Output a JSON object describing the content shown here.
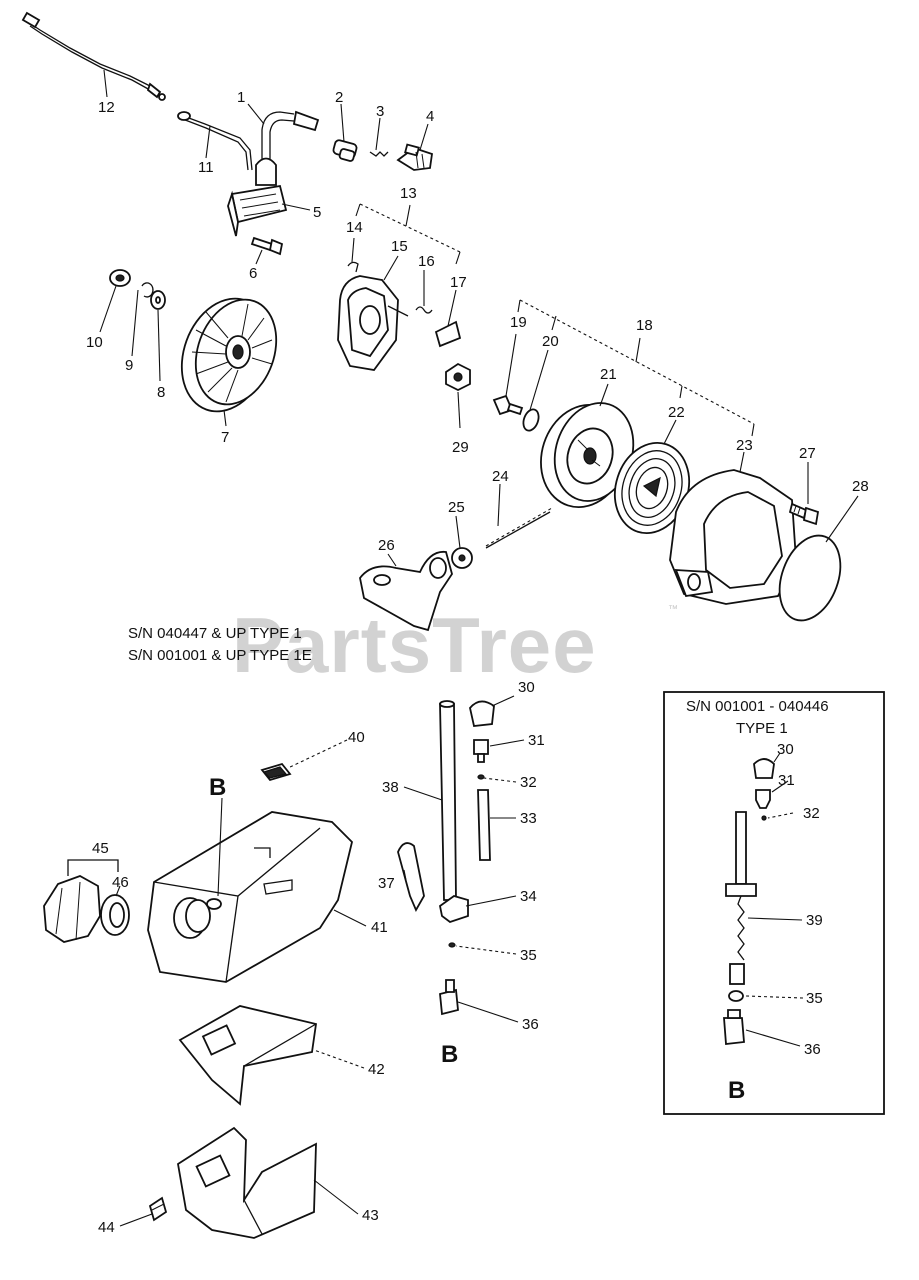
{
  "watermark": {
    "text": "PartsTree",
    "trademark": "™"
  },
  "notes": {
    "type1_line1": "S/N 040447 & UP  TYPE 1",
    "type1_line2": "S/N 001001 & UP TYPE 1E"
  },
  "inset": {
    "title_line1": "S/N 001001 - 040446",
    "title_line2": "TYPE 1",
    "callouts": [
      "30",
      "31",
      "32",
      "39",
      "35",
      "36"
    ],
    "ref_letter": "B"
  },
  "callouts": {
    "c1": "1",
    "c2": "2",
    "c3": "3",
    "c4": "4",
    "c5": "5",
    "c6": "6",
    "c7": "7",
    "c8": "8",
    "c9": "9",
    "c10": "10",
    "c11": "11",
    "c12": "12",
    "c13": "13",
    "c14": "14",
    "c15": "15",
    "c16": "16",
    "c17": "17",
    "c18": "18",
    "c19": "19",
    "c20": "20",
    "c21": "21",
    "c22": "22",
    "c23": "23",
    "c24": "24",
    "c25": "25",
    "c26": "26",
    "c27": "27",
    "c28": "28",
    "c29": "29",
    "c30": "30",
    "c31": "31",
    "c32": "32",
    "c33": "33",
    "c34": "34",
    "c35": "35",
    "c36": "36",
    "c37": "37",
    "c38": "38",
    "c40": "40",
    "c41": "41",
    "c42": "42",
    "c43": "43",
    "c44": "44",
    "c45": "45",
    "c46": "46"
  },
  "ref_letters": {
    "tank": "B",
    "filter": "B"
  }
}
